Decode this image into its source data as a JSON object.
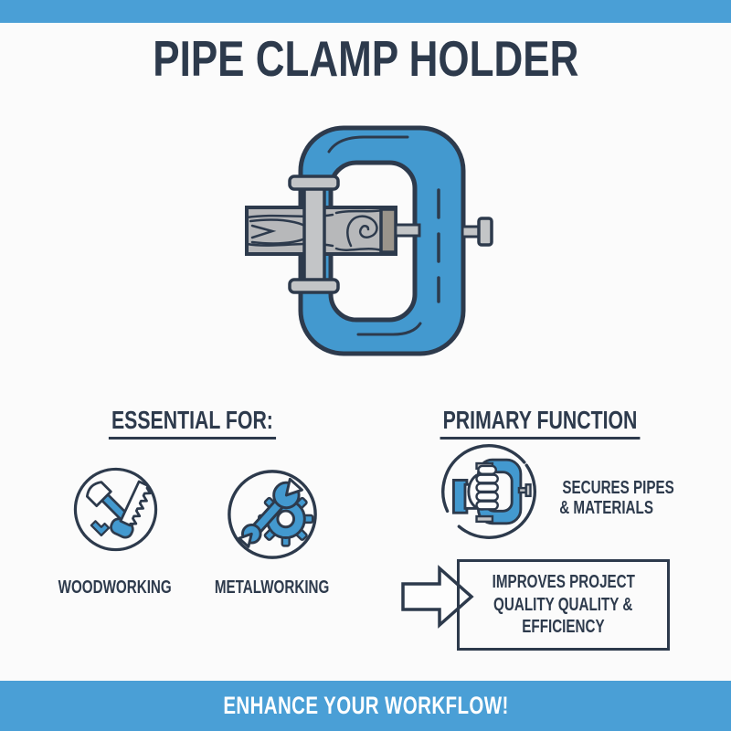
{
  "colors": {
    "accent_blue": "#4399CF",
    "bar_blue": "#4A9FD6",
    "navy": "#2D3A4C",
    "metal_gray": "#C3C5C7",
    "wood_gray": "#B7B8BA",
    "pad_gray": "#9A948B",
    "background": "#FBFBFB",
    "banner_text": "#FFFFFF"
  },
  "header": {
    "title": "PIPE CLAMP HOLDER"
  },
  "illustration": {
    "icon": "pipe-clamp-with-wood-board"
  },
  "essential_section": {
    "heading": "ESSENTIAL FOR:",
    "items": [
      {
        "icon": "hammer-saw-icon",
        "label": "WOODWORKING"
      },
      {
        "icon": "wrench-gear-icon",
        "label": "METALWORKING"
      }
    ]
  },
  "primary_section": {
    "heading": "PRIMARY FUNCTION",
    "feature": {
      "icon": "hand-holding-clamp-icon",
      "lines": [
        "SECURES PIPES",
        "& MATERIALS"
      ]
    },
    "benefit": {
      "icon": "right-arrow-icon",
      "lines": [
        "IMPROVES PROJECT",
        "QUALITY QUALITY &",
        "EFFICIENCY"
      ]
    }
  },
  "footer": {
    "banner": "ENHANCE YOUR WORKFLOW!"
  }
}
